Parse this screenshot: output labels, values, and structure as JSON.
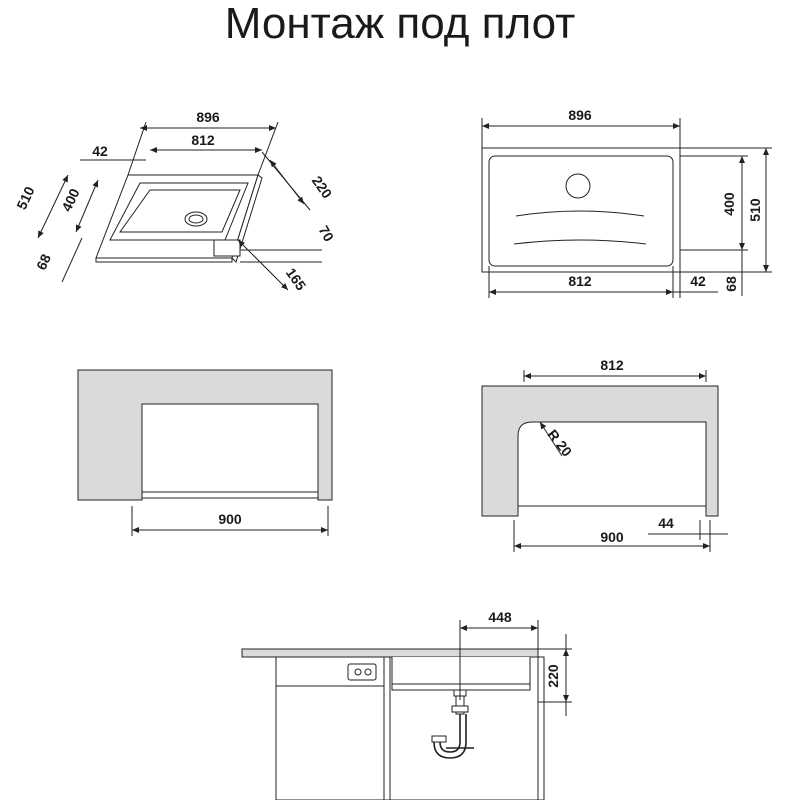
{
  "title": "Монтаж под плот",
  "iso_view": {
    "d896": "896",
    "d812": "812",
    "d42": "42",
    "d510": "510",
    "d400": "400",
    "d68": "68",
    "d220": "220",
    "d70": "70",
    "d165": "165"
  },
  "top_view": {
    "d896": "896",
    "d400": "400",
    "d510": "510",
    "d812": "812",
    "d42": "42",
    "d68": "68"
  },
  "cutout_left": {
    "d900": "900"
  },
  "cutout_right": {
    "d812": "812",
    "r20": "R 20",
    "d900": "900",
    "d44": "44"
  },
  "cabinet_view": {
    "d448": "448",
    "d220": "220"
  }
}
